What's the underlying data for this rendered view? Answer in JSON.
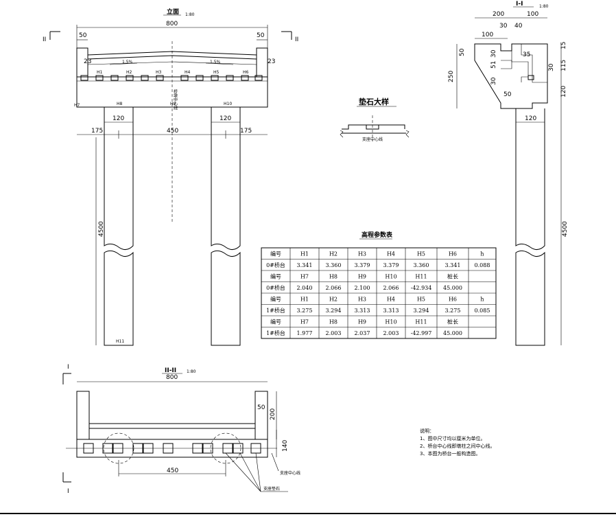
{
  "views": {
    "elevation": {
      "title": "立面",
      "scale": "1:80",
      "dims": {
        "total": "800",
        "left_end": "50",
        "right_end": "50",
        "left_23": "23",
        "right_23": "23",
        "slope_l": "1.5%",
        "slope_r": "1.5%",
        "col_w_l": "120",
        "col_w_r": "120",
        "edge_l": "175",
        "edge_r": "175",
        "spacing": "450",
        "pile_len": "4500"
      },
      "marks": [
        "H1",
        "H2",
        "H3",
        "H4",
        "H5",
        "H6",
        "H7",
        "H8",
        "H9",
        "H10",
        "H11"
      ],
      "center_label": "桥墩中心线",
      "section_mark": "II"
    },
    "section_1": {
      "title": "I-I",
      "scale": "1:80",
      "dims": {
        "w200": "200",
        "w100": "100",
        "w30": "30",
        "w40": "40",
        "w100b": "100",
        "h50": "50",
        "h30": "30",
        "h51": "51",
        "h35": "35",
        "h15": "15",
        "h115": "115",
        "h30b": "30",
        "h250": "250",
        "h120": "120",
        "w50": "50",
        "h30c": "30",
        "col_w": "120",
        "pile_len": "4500"
      }
    },
    "pad_detail": {
      "title": "垫石大样",
      "label": "支座中心线"
    },
    "section_2": {
      "title": "II-II",
      "scale": "1:80",
      "dims": {
        "total": "800",
        "w50": "50",
        "h200": "200",
        "h140": "140",
        "spacing": "450"
      },
      "label_centerline": "支座中心线",
      "label_pad": "支座垫石",
      "section_mark": "I"
    }
  },
  "table": {
    "title": "高程参数表",
    "rows": [
      [
        "编号",
        "H1",
        "H2",
        "H3",
        "H4",
        "H5",
        "H6",
        "h"
      ],
      [
        "0#桥台",
        "3.341",
        "3.360",
        "3.379",
        "3.379",
        "3.360",
        "3.341",
        "0.088"
      ],
      [
        "编号",
        "H7",
        "H8",
        "H9",
        "H10",
        "H11",
        "桩长",
        ""
      ],
      [
        "0#桥台",
        "2.040",
        "2.066",
        "2.100",
        "2.066",
        "-42.934",
        "45.000",
        ""
      ],
      [
        "编号",
        "H1",
        "H2",
        "H3",
        "H4",
        "H5",
        "H6",
        "h"
      ],
      [
        "1#桥台",
        "3.275",
        "3.294",
        "3.313",
        "3.313",
        "3.294",
        "3.275",
        "0.085"
      ],
      [
        "编号",
        "H7",
        "H8",
        "H9",
        "H10",
        "H11",
        "桩长",
        ""
      ],
      [
        "1#桥台",
        "1.977",
        "2.003",
        "2.037",
        "2.003",
        "-42.997",
        "45.000",
        ""
      ]
    ]
  },
  "notes": {
    "title": "说明：",
    "items": [
      "1、图中尺寸均以厘米为单位。",
      "2、桥台中心线即墩柱之间中心线。",
      "3、本图为桥台一般构造图。"
    ]
  }
}
